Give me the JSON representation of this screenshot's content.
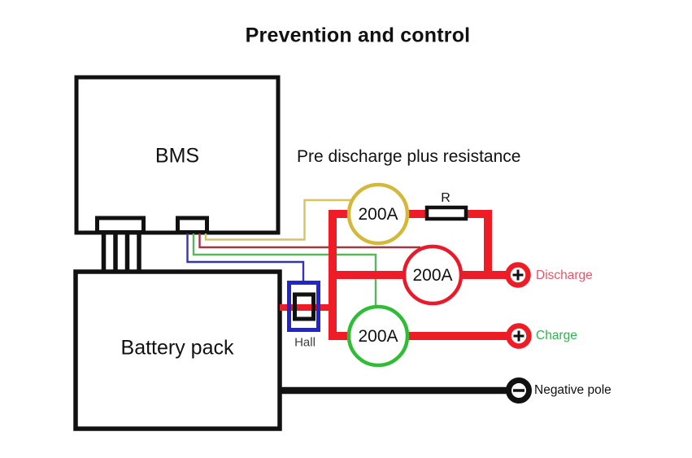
{
  "title": "Prevention and control",
  "subtitle": "Pre discharge plus resistance",
  "bms": {
    "label": "BMS"
  },
  "battery": {
    "label": "Battery pack"
  },
  "hall": {
    "label": "Hall"
  },
  "resistor": {
    "label": "R"
  },
  "contactors": {
    "precharge": {
      "rating": "200A"
    },
    "discharge": {
      "rating": "200A"
    },
    "charge": {
      "rating": "200A"
    }
  },
  "terminals": {
    "discharge": {
      "sign": "+",
      "label": "Discharge"
    },
    "charge": {
      "sign": "+",
      "label": "Charge"
    },
    "negative": {
      "sign": "−",
      "label": "Negative pole"
    }
  },
  "colors": {
    "wire_red": "#ee1c25",
    "wire_yellow": "#d6c463",
    "wire_maroon": "#9e3a42",
    "wire_green": "#58b75c",
    "wire_blue": "#3434b8",
    "circle_yellow": "#d4b83c",
    "circle_red": "#e81b2c",
    "circle_green": "#2ebd35",
    "hall_blue": "#2424cc",
    "label_discharge": "#e25868",
    "label_charge": "#2db44b",
    "label_negative": "#111111"
  }
}
